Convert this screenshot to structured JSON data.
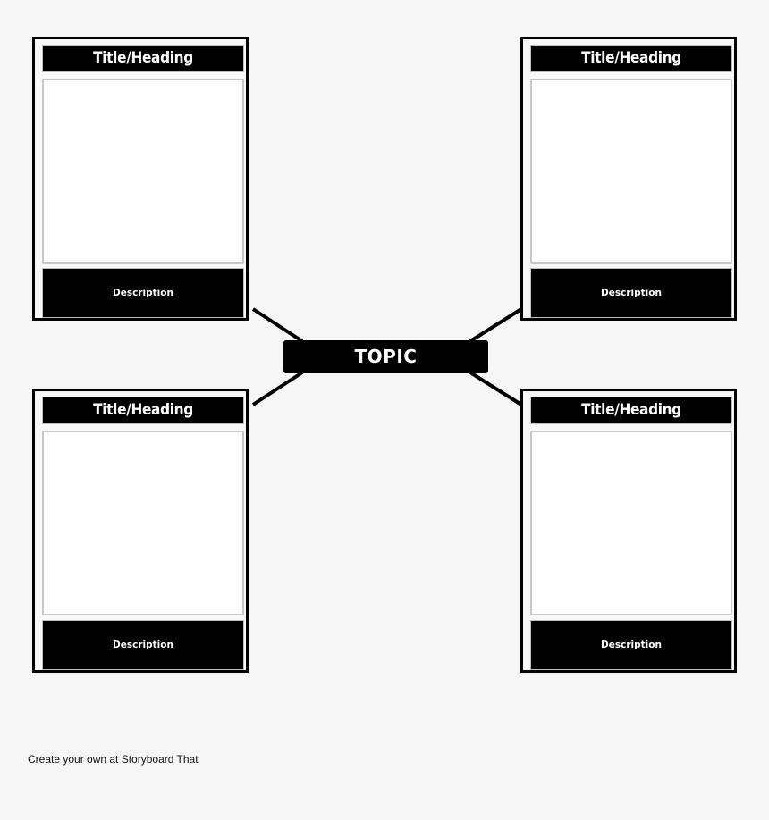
{
  "diagram": {
    "type": "spider-map",
    "center": {
      "label": "TOPIC"
    },
    "cards": [
      {
        "position": "top-left",
        "title": "Title/Heading",
        "description": "Description"
      },
      {
        "position": "top-right",
        "title": "Title/Heading",
        "description": "Description"
      },
      {
        "position": "bottom-left",
        "title": "Title/Heading",
        "description": "Description"
      },
      {
        "position": "bottom-right",
        "title": "Title/Heading",
        "description": "Description"
      }
    ]
  },
  "footer": {
    "text": "Create your own at Storyboard That"
  },
  "colors": {
    "background": "#f6f6f6",
    "card_fill": "#000000",
    "text": "#ffffff"
  }
}
